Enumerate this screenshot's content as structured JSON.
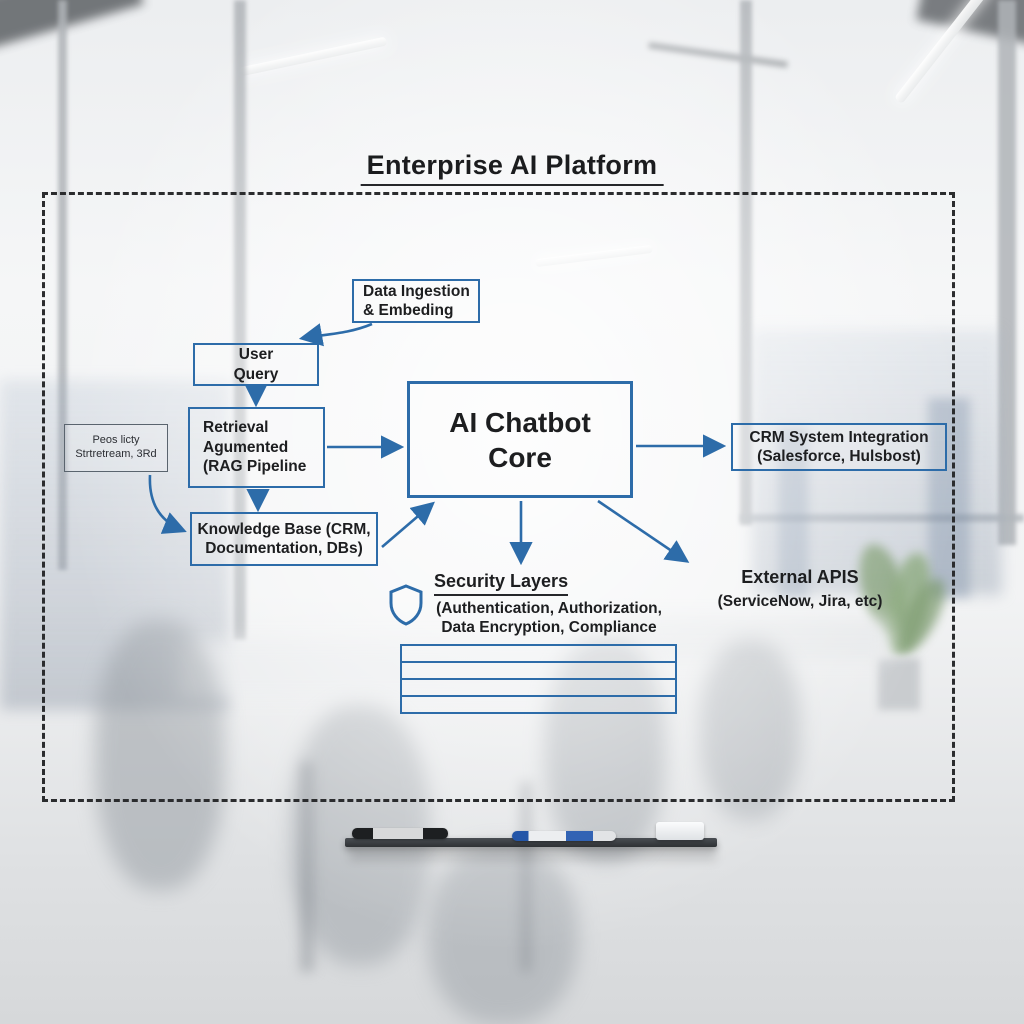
{
  "title": "Enterprise AI Platform",
  "nodes": {
    "data_ingestion": "Data Ingestion\n& Embeding",
    "user_query": "User\nQuery",
    "rag_pipeline": "Retrieval\nAgumented\n(RAG Pipeline",
    "side_note": "Peos licty\nStrtretream, 3Rd",
    "chatbot_core": "AI Chatbot\nCore",
    "crm_integration": "CRM System Integration\n(Salesforce, Hulsbost)",
    "knowledge_base": "Knowledge Base (CRM,\nDocumentation, DBs)"
  },
  "security": {
    "title": "Security Layers",
    "subtitle": "(Authentication, Authorization,\nData Encryption, Compliance"
  },
  "external": {
    "title": "External APIS",
    "subtitle": "(ServiceNow, Jira, etc)"
  },
  "icons": {
    "security_shield": "shield-outline"
  },
  "colors": {
    "diagram_blue": "#2d6ca9",
    "ink": "#1d1e20",
    "frame_dash": "#2b2c2e"
  }
}
